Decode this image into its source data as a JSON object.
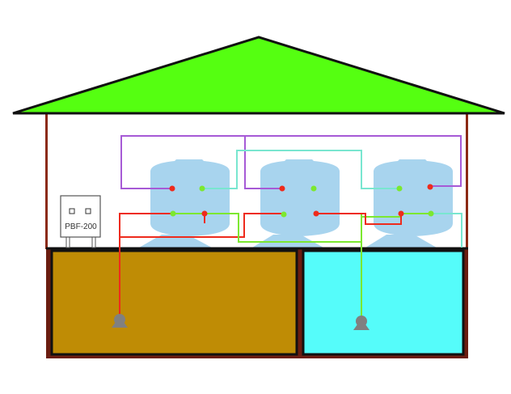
{
  "control_unit": {
    "label": "PBF-200"
  },
  "colors": {
    "roof": "#55ff11",
    "raw_water": "#bf8c05",
    "clean_water": "#55fcfa",
    "tank": "#a8d4ee",
    "wall": "#8b2a14",
    "pipe_red": "#ee2b1c",
    "pipe_green": "#7ce830",
    "pipe_purple": "#a65ad6",
    "pipe_cyan": "#79e6d0",
    "pump": "#808080"
  },
  "diagram": {
    "tanks": [
      {
        "name": "filter-tank-1"
      },
      {
        "name": "filter-tank-2"
      },
      {
        "name": "filter-tank-3"
      }
    ],
    "reservoirs": [
      {
        "name": "raw-water-reservoir",
        "fill": "raw_water"
      },
      {
        "name": "clean-water-reservoir",
        "fill": "clean_water"
      }
    ],
    "pumps": [
      {
        "name": "raw-water-pump"
      },
      {
        "name": "clean-water-pump"
      }
    ],
    "pipes": [
      {
        "name": "backwash-purple-pipe",
        "color": "pipe_purple"
      },
      {
        "name": "rinse-cyan-pipe",
        "color": "pipe_cyan"
      },
      {
        "name": "feed-red-pipe",
        "color": "pipe_red"
      },
      {
        "name": "outlet-green-pipe",
        "color": "pipe_green"
      }
    ]
  }
}
